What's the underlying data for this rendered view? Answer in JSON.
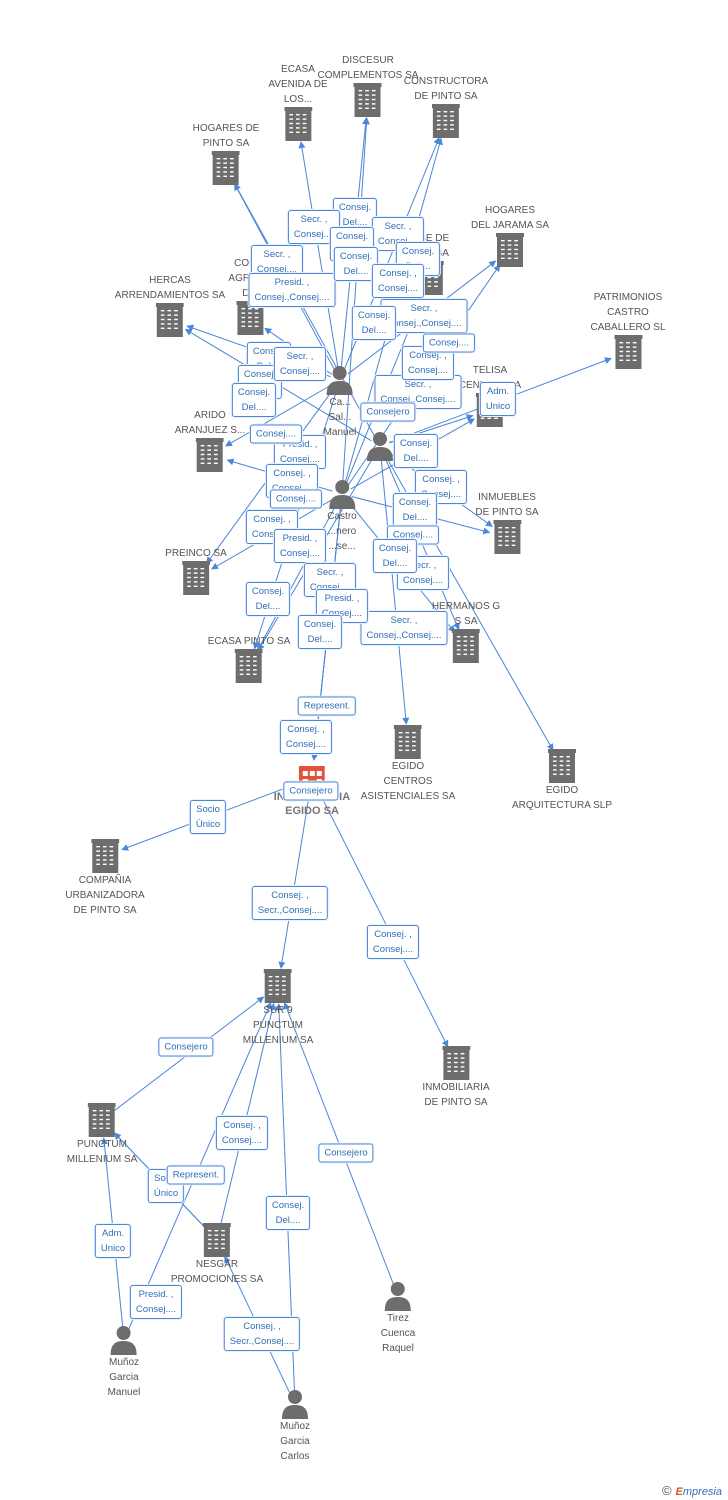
{
  "colors": {
    "edge": "#4a86d9",
    "icon": "#6d6d6d",
    "center_icon": "#e0533a",
    "label_text": "#555555"
  },
  "nodes": [
    {
      "id": "center",
      "kind": "company-center",
      "label": "INMOBILIARIA\nEGIDO SA"
    },
    {
      "id": "discesur",
      "kind": "company",
      "label": "DISCESUR\nCOMPLEMENTOS SA"
    },
    {
      "id": "ecasa_avenida",
      "kind": "company",
      "label": "ECASA\nAVENIDA DE\nLOS..."
    },
    {
      "id": "constructora_pinto",
      "kind": "company",
      "label": "CONSTRUCTORA\nDE PINTO SA"
    },
    {
      "id": "hogares_pinto",
      "kind": "company",
      "label": "HOGARES DE\nPINTO SA"
    },
    {
      "id": "hogares_jarama",
      "kind": "company",
      "label": "HOGARES\nDEL JARAMA SA"
    },
    {
      "id": "hercas",
      "kind": "company",
      "label": "HERCAS\nARRENDAMIENTOS SA"
    },
    {
      "id": "patrimonios",
      "kind": "company",
      "label": "PATRIMONIOS\nCASTRO\nCABALLERO SL"
    },
    {
      "id": "telisa",
      "kind": "company",
      "label": "TELISA\nCENTRAL SA"
    },
    {
      "id": "aridos",
      "kind": "company",
      "label": "ARIDO\nARANJUEZ S..."
    },
    {
      "id": "inmuebles_pinto",
      "kind": "company",
      "label": "INMUEBLES\nDE PINTO SA"
    },
    {
      "id": "preinco",
      "kind": "company",
      "label": "PREINCO SA"
    },
    {
      "id": "hermanos_g",
      "kind": "company",
      "label": "HERMANOS G\nS SA"
    },
    {
      "id": "ecasa_pinto",
      "kind": "company",
      "label": "ECASA PINTO SA"
    },
    {
      "id": "egido_centros",
      "kind": "company",
      "label": "EGIDO\nCENTROS\nASISTENCIALES SA"
    },
    {
      "id": "egido_arq",
      "kind": "company",
      "label": "EGIDO\nARQUITECTURA SLP"
    },
    {
      "id": "compania_urb",
      "kind": "company",
      "label": "COMPAÑIA\nURBANIZADORA\nDE PINTO SA"
    },
    {
      "id": "sur9",
      "kind": "company",
      "label": "SUR 9\nPUNCTUM\nMILLENIUM SA"
    },
    {
      "id": "inmob_pinto",
      "kind": "company",
      "label": "INMOBILIARIA\nDE PINTO SA"
    },
    {
      "id": "punctum",
      "kind": "company",
      "label": "PUNCTUM\nMILLENIUM SA"
    },
    {
      "id": "nesgar",
      "kind": "company",
      "label": "NESGAR\nPROMOCIONES SA"
    },
    {
      "id": "tirez",
      "kind": "person",
      "label": "Tirez\nCuenca\nRaquel"
    },
    {
      "id": "munoz_manuel",
      "kind": "person",
      "label": "Muñoz\nGarcia\nManuel"
    },
    {
      "id": "munoz_carlos",
      "kind": "person",
      "label": "Muñoz\nGarcia\nCarlos"
    },
    {
      "id": "castro_1",
      "kind": "person",
      "label": "Ca...\nSal...\nManuel"
    },
    {
      "id": "castro_2",
      "kind": "person",
      "label": "Castro\n...nero\n...se..."
    },
    {
      "id": "castro_3",
      "kind": "person",
      "label": ""
    },
    {
      "id": "comp_agro",
      "kind": "company",
      "label": "COM...\nAGROP...\nD..."
    },
    {
      "id": "hidden_se",
      "kind": "company",
      "label": "...SE DE\n...AS SA"
    }
  ],
  "edges": [
    {
      "from": "center",
      "to": "compania_urb",
      "label": "Socio\nÚnico"
    },
    {
      "from": "center",
      "to": "sur9",
      "label": "Consej. ,\nSecr.,Consej...."
    },
    {
      "from": "center",
      "to": "inmob_pinto",
      "label": "Consej. ,\nConsej...."
    },
    {
      "from": "castro_2",
      "to": "center",
      "label": "Consejero"
    },
    {
      "from": "castro_2",
      "to": "center",
      "label": "Consej. ,\nConsej...."
    },
    {
      "from": "castro_2",
      "to": "center",
      "label": "Represent."
    },
    {
      "from": "punctum",
      "to": "sur9",
      "label": "Consejero"
    },
    {
      "from": "nesgar",
      "to": "sur9",
      "label": "Consej. ,\nConsej...."
    },
    {
      "from": "nesgar",
      "to": "punctum",
      "label": "Socio\nÚnico"
    },
    {
      "from": "nesgar",
      "to": "punctum",
      "label": "Represent."
    },
    {
      "from": "munoz_carlos",
      "to": "sur9",
      "label": "Consej.\nDel...."
    },
    {
      "from": "tirez",
      "to": "sur9",
      "label": "Consejero"
    },
    {
      "from": "munoz_manuel",
      "to": "punctum",
      "label": "Adm.\nUnico"
    },
    {
      "from": "munoz_manuel",
      "to": "sur9",
      "label": "Presid. ,\nConsej...."
    },
    {
      "from": "munoz_carlos",
      "to": "nesgar",
      "label": "Consej. ,\nSecr.,Consej...."
    },
    {
      "from": "castro_3",
      "to": "egido_arq",
      "label": ""
    },
    {
      "from": "castro_3",
      "to": "egido_centros",
      "label": ""
    },
    {
      "from": "castro_3",
      "to": "patrimonios",
      "label": "Adm.\nUnico"
    },
    {
      "from": "castro_1",
      "to": "discesur",
      "label": "Consej.\nDel...."
    },
    {
      "from": "castro_1",
      "to": "ecasa_avenida",
      "label": "Secr. ,\nConsej...."
    },
    {
      "from": "castro_1",
      "to": "constructora_pinto",
      "label": "Secr. ,\nConsej...."
    },
    {
      "from": "castro_1",
      "to": "hogares_pinto",
      "label": "Secr. ,\nConsej...."
    },
    {
      "from": "castro_1",
      "to": "hogares_jarama",
      "label": "Consej.\nDel...."
    },
    {
      "from": "castro_1",
      "to": "hercas",
      "label": "Presid. ,\nConsej.,Consej...."
    },
    {
      "from": "castro_1",
      "to": "aridos",
      "label": "Consej.\nDel...."
    },
    {
      "from": "castro_1",
      "to": "preinco",
      "label": "Consej. ,\nConsej...."
    },
    {
      "from": "castro_1",
      "to": "ecasa_pinto",
      "label": "Consej.\nDel...."
    },
    {
      "from": "castro_2",
      "to": "discesur",
      "label": "Consej.\nDel...."
    },
    {
      "from": "castro_2",
      "to": "constructora_pinto",
      "label": "Secr. ,\nConsej.,Consej...."
    },
    {
      "from": "castro_2",
      "to": "hogares_jarama",
      "label": "Consej.\nDel...."
    },
    {
      "from": "castro_2",
      "to": "telisa",
      "label": "Secr. ,\nConsej.,Consej...."
    },
    {
      "from": "castro_2",
      "to": "inmuebles_pinto",
      "label": "Consej.\nDel...."
    },
    {
      "from": "castro_2",
      "to": "hermanos_g",
      "label": "Secr. ,\nConsej.,Consej...."
    },
    {
      "from": "castro_2",
      "to": "preinco",
      "label": "Presid. ,\nConsej...."
    },
    {
      "from": "castro_2",
      "to": "aridos",
      "label": "Presid. ,\nConsej...."
    },
    {
      "from": "castro_2",
      "to": "ecasa_pinto",
      "label": "Secr. ,\nConsej...."
    },
    {
      "from": "castro_3",
      "to": "inmuebles_pinto",
      "label": "Consej. ,\nConsej...."
    },
    {
      "from": "castro_3",
      "to": "hermanos_g",
      "label": "Secr. ,\nConsej...."
    },
    {
      "from": "castro_3",
      "to": "telisa",
      "label": "Consej. ,\nConsej...."
    },
    {
      "from": "castro_3",
      "to": "hercas",
      "label": "Consej.\nDel...."
    },
    {
      "from": "castro_3",
      "to": "ecasa_pinto",
      "label": "Presid. ,\nConsej...."
    },
    {
      "from": "castro_3",
      "to": "hogares_pinto",
      "label": "Secr. ,\nConsej...."
    },
    {
      "from": "castro_1",
      "to": "comp_agro",
      "label": ""
    },
    {
      "from": "castro_2",
      "to": "hidden_se",
      "label": ""
    }
  ],
  "clutter_labels": [
    "Consej....",
    "Consejero",
    "Consej.\nDel....",
    "Consej. ,\nConsej....",
    "Consej.\nDel....",
    "Consej....",
    "Consej.\nDel....",
    "Consej. ,\nConsej....",
    "Consej.\nDel....",
    "Consej....",
    "Consej....",
    "Consej.\nDel...."
  ],
  "brand": {
    "copyright": "©",
    "first_letter": "E",
    "rest": "mpresia"
  }
}
